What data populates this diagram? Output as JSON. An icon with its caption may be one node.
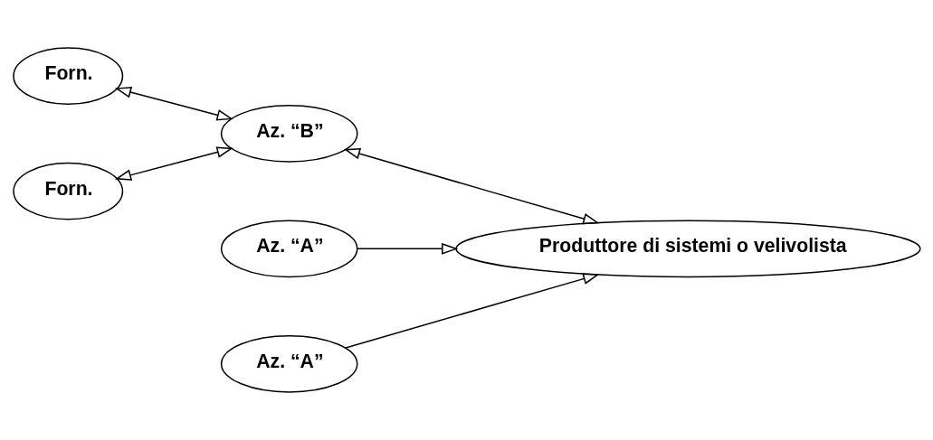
{
  "diagram": {
    "nodes": [
      {
        "text": [
          "Forn."
        ]
      },
      {
        "text": [
          "Az. “B”"
        ]
      },
      {
        "text": [
          "Produttore di sistemi o velivolista"
        ]
      },
      {
        "text": [
          "Forn."
        ]
      },
      {
        "text": [
          "Az. “A”"
        ]
      },
      {
        "text": [
          "Az. “A”"
        ]
      }
    ],
    "edges": [
      {
        "from": 0,
        "to": 1,
        "arrow": "both"
      },
      {
        "from": 3,
        "to": 1,
        "arrow": "both"
      },
      {
        "from": 1,
        "to": 2,
        "arrow": "both"
      },
      {
        "from": 4,
        "to": 2,
        "arrow": "to"
      },
      {
        "from": 5,
        "to": 2,
        "arrow": "to"
      }
    ]
  }
}
